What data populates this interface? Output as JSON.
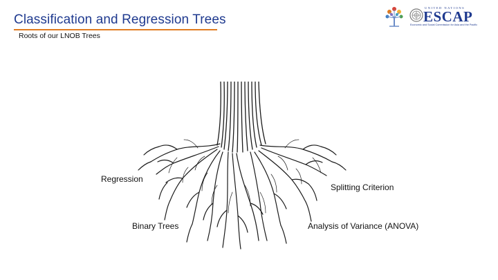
{
  "slide": {
    "title": "Classification and Regression Trees",
    "subtitle": "Roots of our LNOB Trees",
    "accent_color": "#e07b1f",
    "title_color": "#1f3a8f"
  },
  "logo": {
    "un_text": "UNITED NATIONS",
    "escap_text": "ESCAP",
    "escap_sub": "Economic and Social Commission for Asia and the Pacific",
    "tree_icon": "lnob-tree-icon",
    "emblem_icon": "un-emblem-icon"
  },
  "image": {
    "icon": "tree-roots-illustration"
  },
  "labels": {
    "regression": "Regression",
    "binary_trees": "Binary Trees",
    "splitting_criterion": "Splitting Criterion",
    "anova": "Analysis of Variance (ANOVA)"
  }
}
